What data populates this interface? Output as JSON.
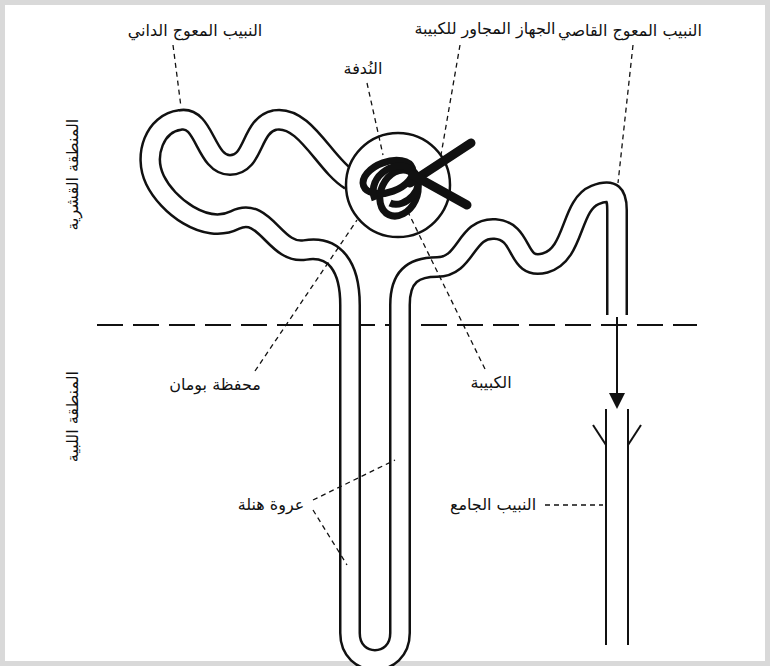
{
  "diagram": {
    "labels": [
      "الجهاز المجاور للكبيبة",
      "النبيب المعوج الداني",
      "النُدفة",
      "النبيب المعوج القاصي",
      "المنطقة القشرية",
      "المنطقة اللبية",
      "الكبيبة",
      "محفظة بومان",
      "عروة هنلة",
      "النبيب الجامع"
    ]
  }
}
